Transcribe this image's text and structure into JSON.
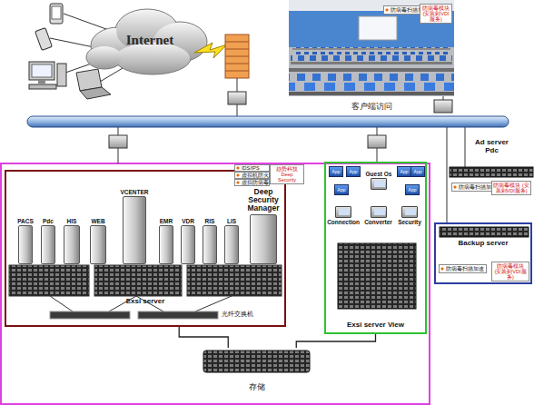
{
  "diagram": {
    "nodes": [
      {
        "text": [
          "Internet"
        ]
      },
      {
        "text": [
          "客户端访问"
        ]
      },
      {
        "text": [
          "Ad server Pdc"
        ]
      },
      {
        "text": [
          "Backup server"
        ]
      },
      {
        "text": [
          "Exsi server"
        ]
      },
      {
        "text": [
          "PACS"
        ],
        "in": 4
      },
      {
        "text": [
          "Pdc"
        ],
        "in": 4
      },
      {
        "text": [
          "HIS"
        ],
        "in": 4
      },
      {
        "text": [
          "WEB"
        ],
        "in": 4
      },
      {
        "text": [
          "VCENTER"
        ],
        "in": 4
      },
      {
        "text": [
          "EMR"
        ],
        "in": 4
      },
      {
        "text": [
          "VDR"
        ],
        "in": 4
      },
      {
        "text": [
          "RIS"
        ],
        "in": 4
      },
      {
        "text": [
          "LIS"
        ],
        "in": 4
      },
      {
        "text": [
          "Deep Security Manager"
        ],
        "in": 4
      },
      {
        "text": [
          "Exsi server View"
        ]
      },
      {
        "text": [
          "Guest Os"
        ],
        "in": 15
      },
      {
        "text": [
          "Connection"
        ],
        "in": 15
      },
      {
        "text": [
          "Converter"
        ],
        "in": 15
      },
      {
        "text": [
          "Security"
        ],
        "in": 15
      },
      {
        "text": [
          "存储"
        ]
      }
    ],
    "edges": [
      {
        "from": 4,
        "to": 20,
        "arrow": "none"
      },
      {
        "from": 15,
        "to": 20,
        "arrow": "none"
      }
    ],
    "labels": [
      "防病毒扫描加速",
      "防病毒模块 (安装到VDI服务)",
      "IDS/IPS",
      "虚拟机防火墙",
      "虚拟防病毒",
      "趋势科技 Deep Security",
      "光纤交换机",
      "App",
      "App",
      "App",
      "App",
      "App",
      "App",
      "防病毒扫描加速",
      "防病毒模块 (安装到VDI服务)",
      "防病毒扫描加速",
      "防病毒模块 (安装到VDI服务)"
    ]
  }
}
